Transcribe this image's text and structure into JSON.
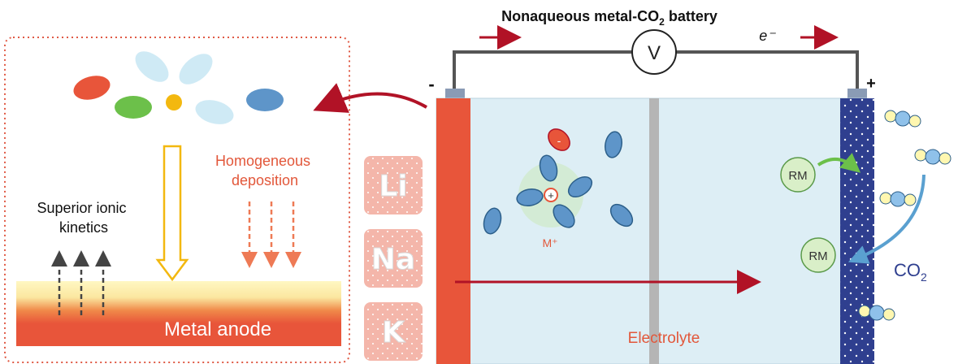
{
  "title": {
    "main": "Nonaqueous metal-CO",
    "sub": "2",
    "tail": " battery"
  },
  "circuit": {
    "voltmeter": "V",
    "electron": "e⁻",
    "negative": "-",
    "positive": "+"
  },
  "inset": {
    "kinetics_line1": "Superior ionic",
    "kinetics_line2": "kinetics",
    "deposition_line1": "Homogeneous",
    "deposition_line2": "deposition",
    "anode": "Metal anode"
  },
  "metals": [
    "Li",
    "Na",
    "K"
  ],
  "cell": {
    "cation": "M⁺",
    "plus": "+",
    "minus": "-",
    "electrolyte": "Electrolyte",
    "rm1": "RM",
    "rm2": "RM",
    "co2_main": "CO",
    "co2_sub": "2"
  },
  "colors": {
    "anode": "#e8553a",
    "cathode": "#2f3f8f",
    "electrolyte": "#ddeef5",
    "accent_red": "#b11226",
    "label_orange": "#e2573a",
    "rm_green": "#d9efc8"
  }
}
